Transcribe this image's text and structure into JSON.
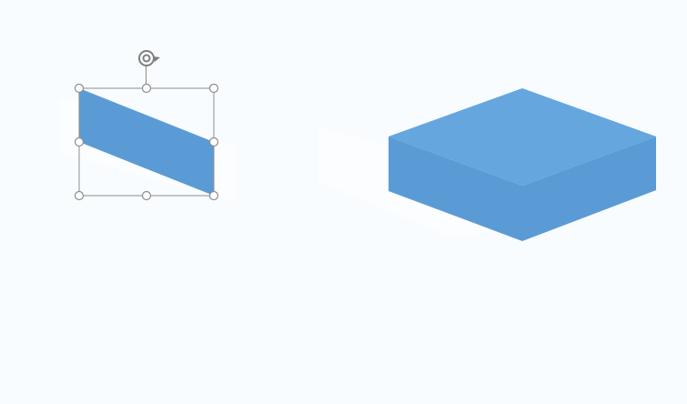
{
  "canvas": {
    "background": "#F8FCFE"
  },
  "colors": {
    "shape_fill": "#5B9BD5",
    "box_top": "#65A6DF",
    "box_side": "#5B9BD5",
    "selection_stroke": "#8C8C8C",
    "handle_fill": "#FFFFFF",
    "handle_stroke": "#8C8C8C",
    "rotate_icon": "#7F7F7F",
    "ghost_shadow": "#FCFDFE"
  },
  "selection": {
    "shape": "parallelogram",
    "handles": [
      "top-left",
      "top-center",
      "top-right",
      "middle-left",
      "middle-right",
      "bottom-left",
      "bottom-center",
      "bottom-right"
    ],
    "rotate_icon": "rotate-handle-icon"
  },
  "isometric_box": {
    "faces": [
      "top",
      "left",
      "right"
    ]
  }
}
